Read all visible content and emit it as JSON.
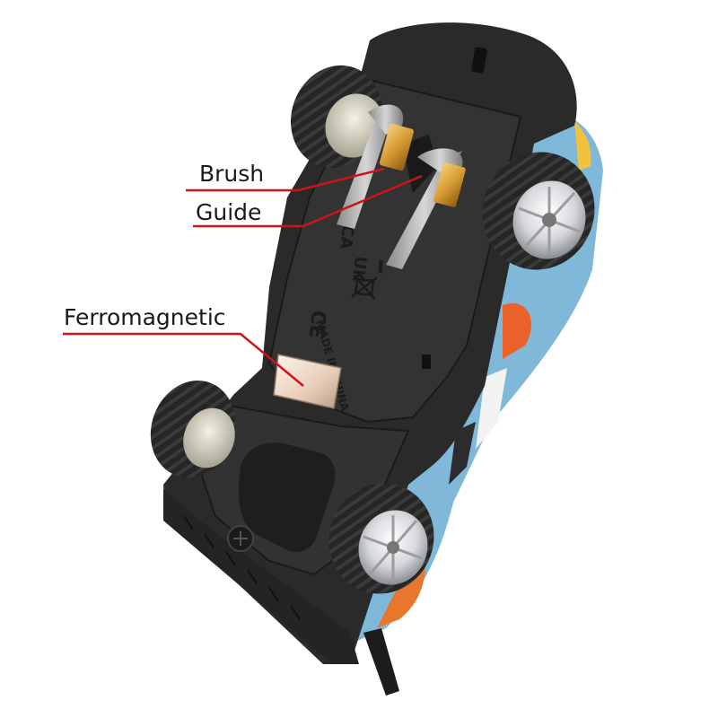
{
  "annotations": {
    "brush": "Brush",
    "guide": "Guide",
    "ferromagnetic": "Ferromagnetic"
  },
  "chassis_markings": {
    "made_in": "MADE IN CHINA",
    "uk": "UK",
    "ca": "CA",
    "ce": "CE"
  },
  "colors": {
    "annotation_line": "#d0131a",
    "chassis": "#2a2a2a",
    "body_accent": "#7fb8d8",
    "brush_copper": "#d9a642"
  }
}
